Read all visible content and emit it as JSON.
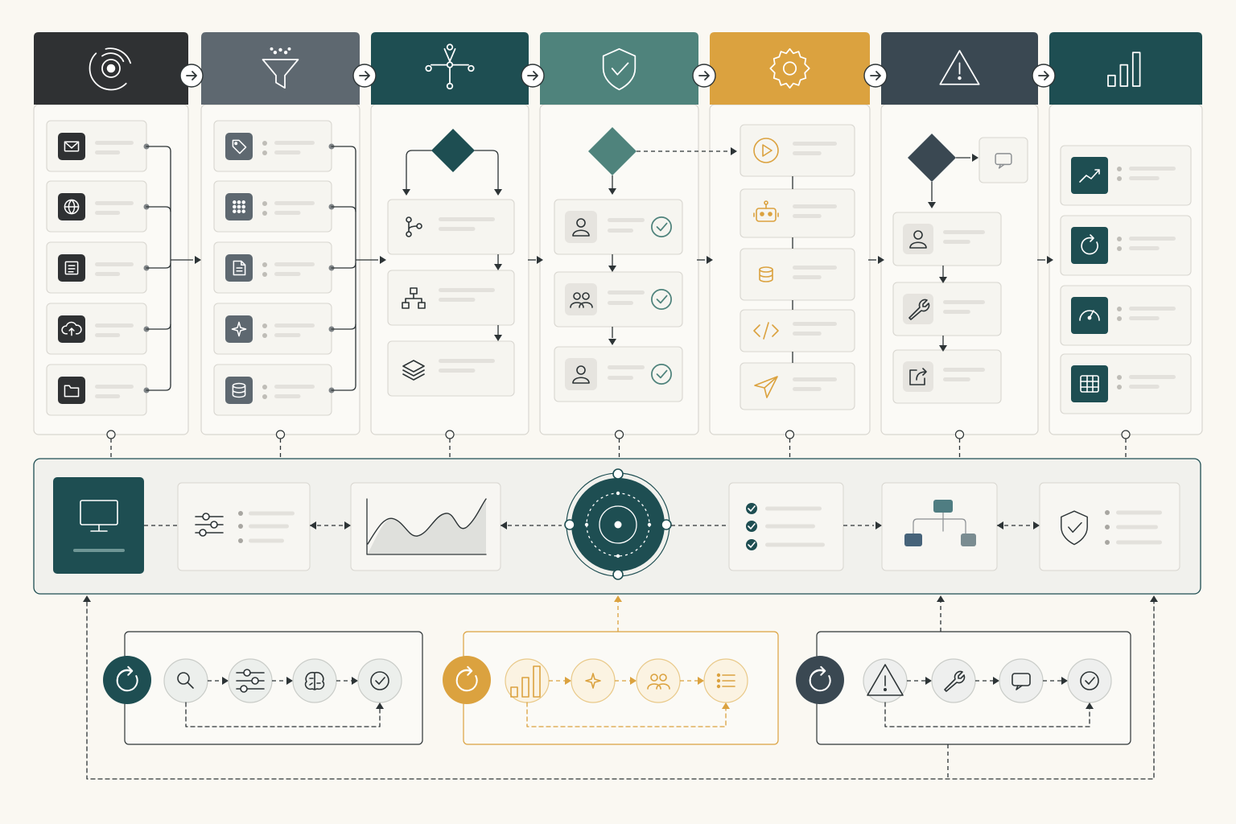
{
  "colors": {
    "background": "#faf8f2",
    "charcoal": "#2f3133",
    "slate": "#5e6870",
    "deep_teal": "#1e4e52",
    "sage_teal": "#4f837c",
    "amber": "#dba23f",
    "blue_charcoal": "#3a4852",
    "line": "#2d3436",
    "card_border": "#d8d6d0",
    "placeholder": "#e3e1dc"
  },
  "stages": [
    {
      "id": "ingest",
      "header_icon": "radar-target-icon",
      "header_color": "charcoal",
      "items": [
        "mail-icon",
        "globe-icon",
        "document-icon",
        "cloud-upload-icon",
        "folder-icon"
      ]
    },
    {
      "id": "filter",
      "header_icon": "funnel-icon",
      "header_color": "slate",
      "items": [
        "tag-icon",
        "grid-dots-icon",
        "file-text-icon",
        "sparkle-icon",
        "database-icon"
      ]
    },
    {
      "id": "route",
      "header_icon": "branching-nodes-icon",
      "header_color": "deep_teal",
      "items": [
        "git-branch-icon",
        "hierarchy-icon",
        "layers-icon"
      ]
    },
    {
      "id": "verify",
      "header_icon": "shield-check-icon",
      "header_color": "sage_teal",
      "items": [
        "user-icon",
        "users-icon",
        "user-icon"
      ]
    },
    {
      "id": "execute",
      "header_icon": "gear-icon",
      "header_color": "amber",
      "items": [
        "play-icon",
        "robot-icon",
        "database-icon",
        "code-icon",
        "send-icon"
      ]
    },
    {
      "id": "exceptions",
      "header_icon": "warning-icon",
      "header_color": "blue_charcoal",
      "items": [
        "user-icon",
        "wrench-icon",
        "share-icon"
      ]
    },
    {
      "id": "report",
      "header_icon": "bar-chart-icon",
      "header_color": "deep_teal",
      "items": [
        "trend-line-icon",
        "refresh-icon",
        "gauge-icon",
        "table-icon"
      ]
    }
  ],
  "hub": {
    "modules": [
      "monitor-icon",
      "sliders-icon",
      "trend-area-chart",
      "orbit-core-icon",
      "checklist-icon",
      "node-graph-icon",
      "shield-check-icon"
    ]
  },
  "loops": [
    {
      "id": "analysis-loop",
      "color": "deep_teal",
      "steps": [
        "search-icon",
        "sliders-icon",
        "brain-icon",
        "check-circle-icon"
      ]
    },
    {
      "id": "optimization-loop",
      "color": "amber",
      "steps": [
        "bar-chart-icon",
        "sparkle-icon",
        "users-icon",
        "list-icon"
      ]
    },
    {
      "id": "exception-loop",
      "color": "blue_charcoal",
      "steps": [
        "warning-icon",
        "wrench-icon",
        "chat-icon",
        "check-circle-icon"
      ]
    }
  ]
}
